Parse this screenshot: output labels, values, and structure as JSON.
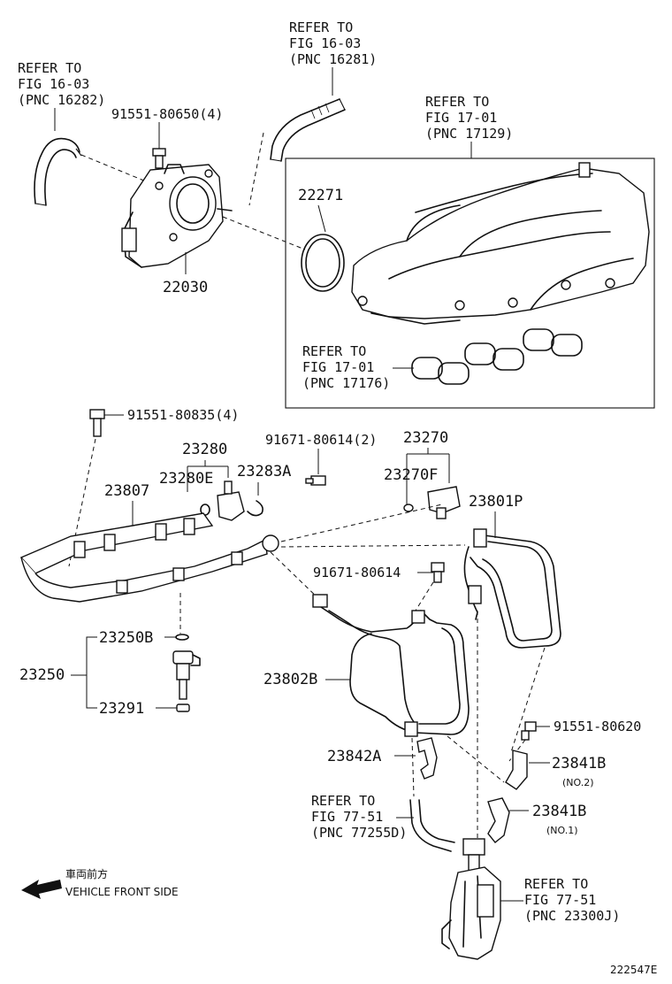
{
  "diagram_id": "222547E",
  "front_side": {
    "japanese": "車両前方",
    "english": "VEHICLE FRONT SIDE"
  },
  "labels": {
    "ref_16_03_16282": [
      "REFER TO",
      "FIG 16-03",
      "(PNC 16282)"
    ],
    "ref_16_03_16281": [
      "REFER TO",
      "FIG 16-03",
      "(PNC 16281)"
    ],
    "ref_17_01_17129": [
      "REFER TO",
      "FIG 17-01",
      "(PNC 17129)"
    ],
    "ref_17_01_17176": [
      "REFER TO",
      "FIG 17-01",
      "(PNC 17176)"
    ],
    "ref_77_51_77255D": [
      "REFER TO",
      "FIG 77-51",
      "(PNC 77255D)"
    ],
    "ref_77_51_23300J": [
      "REFER TO",
      "FIG 77-51",
      "(PNC 23300J)"
    ],
    "p_91551_80650": "91551-80650(4)",
    "p_22271": "22271",
    "p_22030": "22030",
    "p_91551_80835": "91551-80835(4)",
    "p_23280": "23280",
    "p_23280E": "23280E",
    "p_23283A": "23283A",
    "p_23807": "23807",
    "p_91671_80614_2": "91671-80614(2)",
    "p_23270": "23270",
    "p_23270F": "23270F",
    "p_23801P": "23801P",
    "p_91671_80614": "91671-80614",
    "p_23250B": "23250B",
    "p_23250": "23250",
    "p_23291": "23291",
    "p_23802B": "23802B",
    "p_91551_80620": "91551-80620",
    "p_23842A": "23842A",
    "p_23841B_no2": "23841B",
    "no2": "(NO.2)",
    "p_23841B_no1": "23841B",
    "no1": "(NO.1)"
  }
}
